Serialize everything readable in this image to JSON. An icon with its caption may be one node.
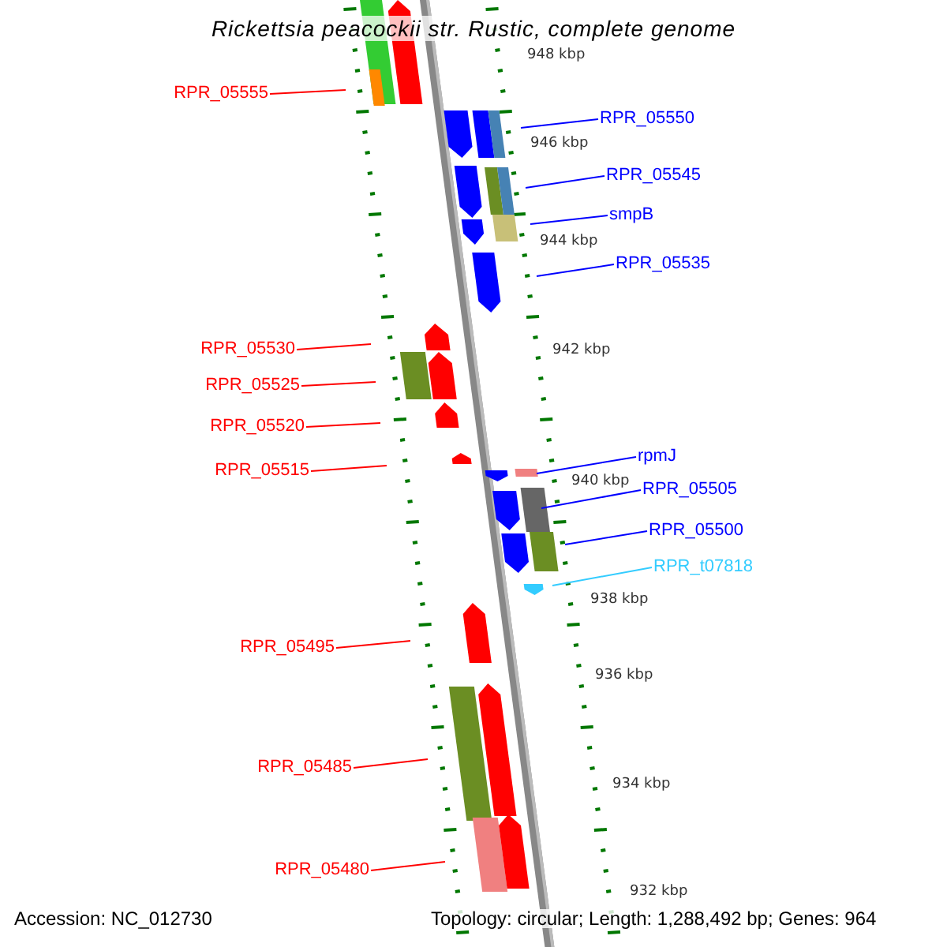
{
  "diagram": {
    "title": "Rickettsia peacockii str. Rustic, complete genome",
    "nodes": [
      {
        "text": [
          "RPR_05555"
        ]
      },
      {
        "text": [
          "RPR_05550"
        ]
      },
      {
        "text": [
          "RPR_05545"
        ]
      },
      {
        "text": [
          "smpB"
        ]
      },
      {
        "text": [
          "RPR_05535"
        ]
      },
      {
        "text": [
          "RPR_05530"
        ]
      },
      {
        "text": [
          "RPR_05525"
        ]
      },
      {
        "text": [
          "RPR_05520"
        ]
      },
      {
        "text": [
          "rpmJ"
        ]
      },
      {
        "text": [
          "RPR_05515"
        ]
      },
      {
        "text": [
          "RPR_05505"
        ]
      },
      {
        "text": [
          "RPR_05500"
        ]
      },
      {
        "text": [
          "RPR_t07818"
        ]
      },
      {
        "text": [
          "RPR_05495"
        ]
      },
      {
        "text": [
          "RPR_05485"
        ]
      },
      {
        "text": [
          "RPR_05480"
        ]
      }
    ],
    "edges": [
      {
        "from": 0,
        "to": null,
        "arrow": "none"
      },
      {
        "from": 1,
        "to": null,
        "arrow": "none",
        "color": "#0000ff"
      },
      {
        "from": 2,
        "to": null,
        "arrow": "none",
        "color": "#0000ff"
      },
      {
        "from": 3,
        "to": null,
        "arrow": "none",
        "color": "#0000ff"
      },
      {
        "from": 4,
        "to": null,
        "arrow": "none",
        "color": "#0000ff"
      },
      {
        "from": 5,
        "to": null,
        "arrow": "none"
      },
      {
        "from": 6,
        "to": null,
        "arrow": "none"
      },
      {
        "from": 7,
        "to": null,
        "arrow": "none"
      },
      {
        "from": 8,
        "to": null,
        "arrow": "none",
        "color": "#0000ff"
      },
      {
        "from": 9,
        "to": null,
        "arrow": "none"
      },
      {
        "from": 10,
        "to": null,
        "arrow": "none",
        "color": "#0000ff"
      },
      {
        "from": 11,
        "to": null,
        "arrow": "none",
        "color": "#0000ff"
      },
      {
        "from": 12,
        "to": null,
        "arrow": "none",
        "color": "#33ccff"
      },
      {
        "from": 13,
        "to": null,
        "arrow": "none"
      },
      {
        "from": 14,
        "to": null,
        "arrow": "none"
      },
      {
        "from": 15,
        "to": null,
        "arrow": "none"
      }
    ],
    "labels": [
      "948 kbp",
      "946 kbp",
      "944 kbp",
      "942 kbp",
      "940 kbp",
      "938 kbp",
      "936 kbp",
      "934 kbp",
      "932 kbp",
      "Accession: NC_012730",
      "Topology: circular; Length: 1,288,492 bp; Genes: 964"
    ]
  }
}
